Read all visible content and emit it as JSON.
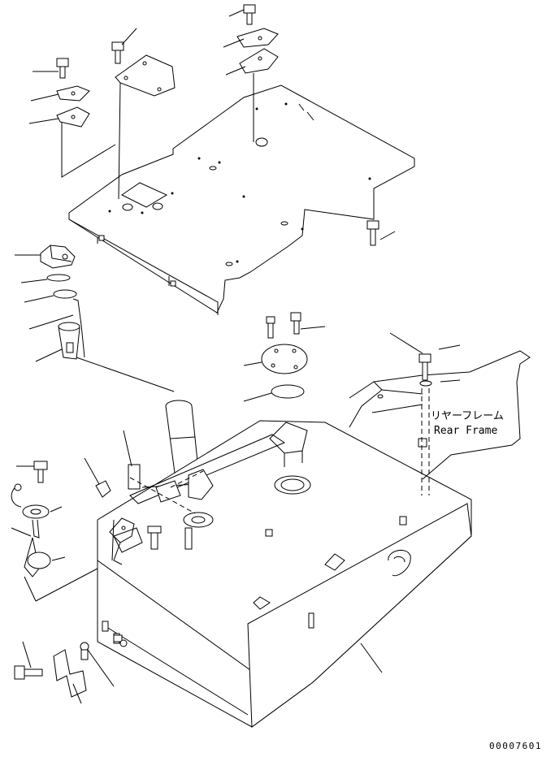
{
  "rear_frame_label_jp": "リヤーフレーム",
  "rear_frame_label_en": "Rear Frame",
  "drawing_number": "00007601"
}
